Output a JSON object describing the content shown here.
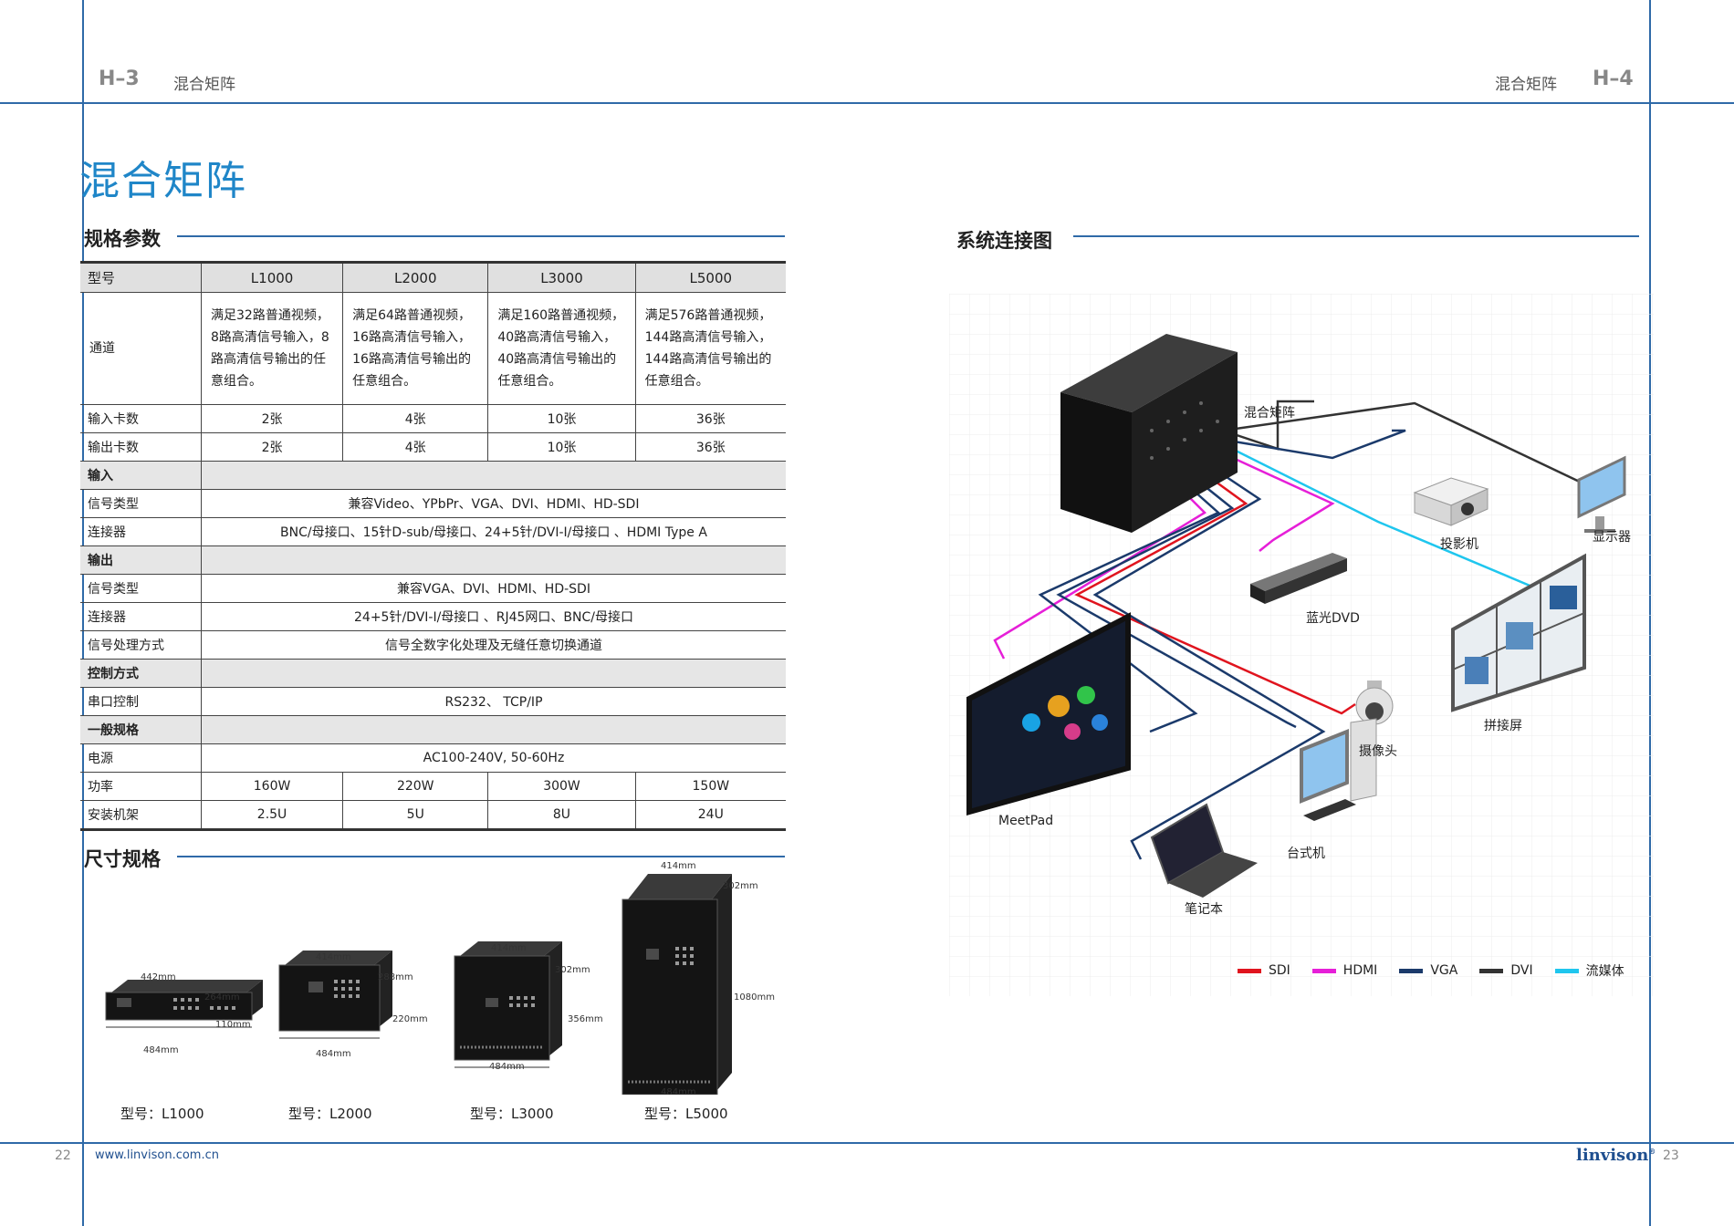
{
  "header": {
    "left_code": "H–3",
    "left_name": "混合矩阵",
    "right_name": "混合矩阵",
    "right_code": "H–4"
  },
  "page_title": "混合矩阵",
  "spec": {
    "title": "规格参数",
    "columns": [
      "型号",
      "L1000",
      "L2000",
      "L3000",
      "L5000"
    ],
    "channel_label": "通道",
    "channel_values": [
      "满足32路普通视频，8路高清信号输入，8路高清信号输出的任意组合。",
      "满足64路普通视频，16路高清信号输入，16路高清信号输出的任意组合。",
      "满足160路普通视频，40路高清信号输入，40路高清信号输出的任意组合。",
      "满足576路普通视频，144路高清信号输入，144路高清信号输出的任意组合。"
    ],
    "input_cards_label": "输入卡数",
    "input_cards": [
      "2张",
      "4张",
      "10张",
      "36张"
    ],
    "output_cards_label": "输出卡数",
    "output_cards": [
      "2张",
      "4张",
      "10张",
      "36张"
    ],
    "group_input": "输入",
    "in_signal_label": "信号类型",
    "in_signal_value": "兼容Video、YPbPr、VGA、DVI、HDMI、HD-SDI",
    "in_connector_label": "连接器",
    "in_connector_value": "BNC/母接口、15针D-sub/母接口、24+5针/DVI-I/母接口 、HDMI Type A",
    "group_output": "输出",
    "out_signal_label": "信号类型",
    "out_signal_value": "兼容VGA、DVI、HDMI、HD-SDI",
    "out_connector_label": "连接器",
    "out_connector_value": "24+5针/DVI-I/母接口 、RJ45网口、BNC/母接口",
    "processing_label": "信号处理方式",
    "processing_value": "信号全数字化处理及无缝任意切换通道",
    "group_control": "控制方式",
    "serial_label": "串口控制",
    "serial_value": "RS232、 TCP/IP",
    "group_general": "一般规格",
    "power_supply_label": "电源",
    "power_supply_value": "AC100-240V, 50-60Hz",
    "power_label": "功率",
    "power": [
      "160W",
      "220W",
      "300W",
      "150W"
    ],
    "rack_label": "安装机架",
    "rack": [
      "2.5U",
      "5U",
      "8U",
      "24U"
    ]
  },
  "dimensions": {
    "title": "尺寸规格",
    "models": [
      {
        "label": "型号：L1000",
        "w": "442mm",
        "d": "264mm",
        "h": "110mm",
        "base": "484mm"
      },
      {
        "label": "型号：L2000",
        "w": "414mm",
        "d": "288mm",
        "h": "220mm",
        "base": "484mm"
      },
      {
        "label": "型号：L3000",
        "w": "414mm",
        "d": "302mm",
        "h": "356mm",
        "base": "484mm"
      },
      {
        "label": "型号：L5000",
        "w": "414mm",
        "d": "302mm",
        "h": "1080mm",
        "base": "484mm"
      }
    ]
  },
  "diagram": {
    "title": "系统连接图",
    "devices": {
      "matrix": "混合矩阵",
      "projector": "投影机",
      "monitor": "显示器",
      "dvd": "蓝光DVD",
      "videowall": "拼接屏",
      "meetpad": "MeetPad",
      "camera": "摄像头",
      "desktop": "台式机",
      "laptop": "笔记本"
    },
    "legend": [
      {
        "name": "SDI",
        "color": "#e0141e"
      },
      {
        "name": "HDMI",
        "color": "#e61fd8"
      },
      {
        "name": "VGA",
        "color": "#1b3a6b"
      },
      {
        "name": "DVI",
        "color": "#333333"
      },
      {
        "name": "流媒体",
        "color": "#1fc6ee"
      }
    ]
  },
  "footer": {
    "page_left": "22",
    "url": "www.linvison.com.cn",
    "brand": "linvison",
    "brand_mark": "®",
    "page_right": "23"
  }
}
